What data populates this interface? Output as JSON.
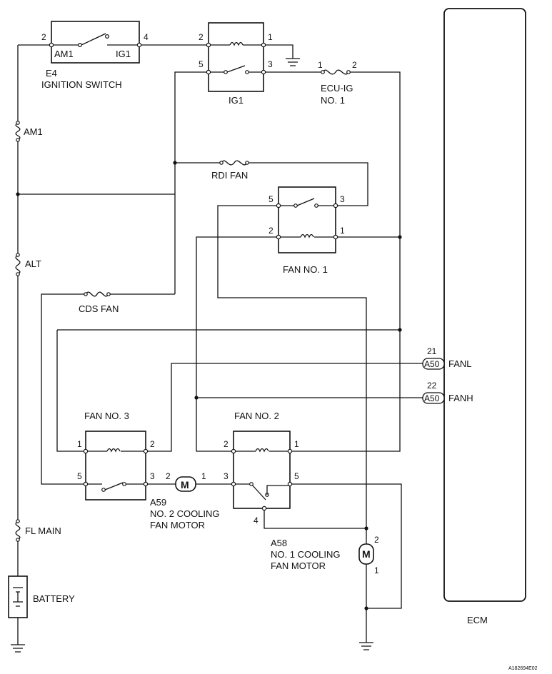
{
  "ignition_switch": {
    "connector": "E4",
    "name": "IGNITION SWITCH",
    "terminal_am1": "AM1",
    "terminal_ig1": "IG1",
    "pin_left": "2",
    "pin_right": "4"
  },
  "relay_ig1": {
    "name": "IG1",
    "pin_tl": "2",
    "pin_tr": "1",
    "pin_bl": "5",
    "pin_br": "3"
  },
  "fuse_ecu_ig": {
    "line1": "ECU-IG",
    "line2": "NO. 1",
    "pin_left": "1",
    "pin_right": "2"
  },
  "fuse_am1": "AM1",
  "fuse_alt": "ALT",
  "fuse_fl_main": "FL MAIN",
  "fuse_rdi_fan": "RDI FAN",
  "fuse_cds_fan": "CDS FAN",
  "battery": "BATTERY",
  "relay_fan1": {
    "name": "FAN NO. 1",
    "pin_tl": "5",
    "pin_tr": "3",
    "pin_bl": "2",
    "pin_br": "1"
  },
  "relay_fan3": {
    "name": "FAN NO. 3",
    "pin_tl": "1",
    "pin_tr": "2",
    "pin_bl": "5",
    "pin_br": "3"
  },
  "relay_fan2": {
    "name": "FAN NO. 2",
    "pin_tl": "2",
    "pin_tr": "1",
    "pin_bl": "3",
    "pin_br": "5",
    "pin_bottom": "4"
  },
  "motor_no2": {
    "connector": "A59",
    "line1": "NO. 2 COOLING",
    "line2": "FAN MOTOR",
    "pin_left": "2",
    "pin_right": "1",
    "symbol": "M"
  },
  "motor_no1": {
    "connector": "A58",
    "line1": "NO. 1 COOLING",
    "line2": "FAN MOTOR",
    "pin_top": "2",
    "pin_bottom": "1",
    "symbol": "M"
  },
  "ecm": {
    "name": "ECM",
    "fanl": {
      "pin": "21",
      "connector": "A50",
      "signal": "FANL"
    },
    "fanh": {
      "pin": "22",
      "connector": "A50",
      "signal": "FANH"
    }
  },
  "figure_id": "A182694E02"
}
